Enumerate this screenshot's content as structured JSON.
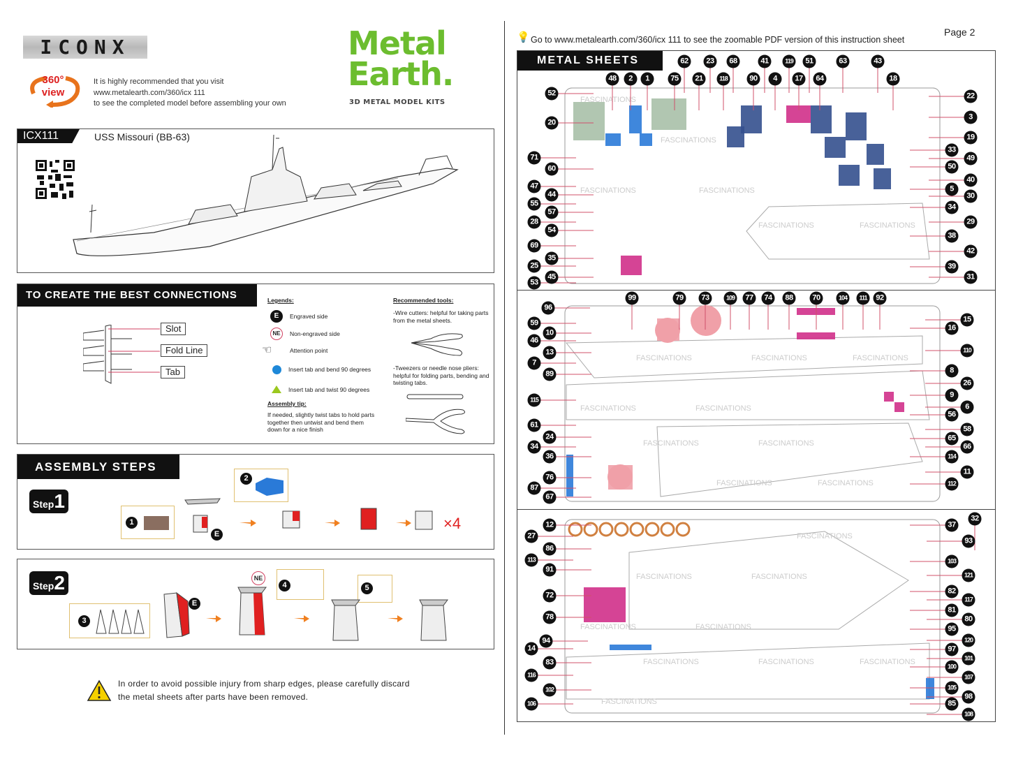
{
  "header": {
    "brand": "ICONX",
    "view360_badge": "360° view",
    "visit_lines": [
      "It is highly recommended that you visit",
      "www.metalearth.com/360/icx 111",
      "to see the completed model before assembling your own"
    ],
    "logo_lines": [
      "Metal",
      "Earth."
    ],
    "logo_tagline": "3D METAL MODEL KITS"
  },
  "model": {
    "code": "ICX111",
    "name": "USS Missouri (BB-63)"
  },
  "connections": {
    "title": "TO CREATE THE BEST CONNECTIONS",
    "diagram_labels": [
      "Slot",
      "Fold Line",
      "Tab"
    ],
    "legends_title": "Legends:",
    "legends": [
      {
        "icon": "E",
        "text": "Engraved side"
      },
      {
        "icon": "NE",
        "text": "Non-engraved side"
      },
      {
        "icon": "pointing-hand-icon",
        "text": "Attention point"
      },
      {
        "icon": "blue-circle-icon",
        "text": "Insert tab and bend 90 degrees",
        "color": "#1e88d8"
      },
      {
        "icon": "green-triangle-icon",
        "text": "Insert tab and twist 90 degrees",
        "color": "#9bc81e"
      }
    ],
    "tip_title": "Assembly tip:",
    "tip_text": "If needed, slightly twist tabs to hold parts together then untwist and bend them down for a nice finish",
    "tools_title": "Recommended tools:",
    "tool1": "-Wire cutters: helpful for taking parts from the metal sheets.",
    "tool2": "-Tweezers or needle nose pliers: helpful for folding parts, bending and twisting tabs."
  },
  "assembly": {
    "title": "ASSEMBLY STEPS",
    "step_word": "Step",
    "step1": {
      "number": "1",
      "parts": [
        "1",
        "2"
      ],
      "marker": "E",
      "repeat": "×4"
    },
    "step2": {
      "number": "2",
      "parts": [
        "3",
        "4",
        "5"
      ],
      "markers": [
        "E",
        "NE"
      ]
    }
  },
  "warning": {
    "lines": [
      "In order to avoid possible injury from sharp edges, please carefully discard",
      "the metal sheets after parts have been removed."
    ]
  },
  "right": {
    "goto": "Go to www.metalearth.com/360/icx 111 to see the zoomable PDF version of this instruction sheet",
    "page": "Page 2",
    "sheets_title": "METAL SHEETS",
    "watermark": "FASCINATIONS",
    "sheet1_callouts": [
      "62",
      "23",
      "68",
      "41",
      "119",
      "51",
      "63",
      "43",
      "48",
      "2",
      "1",
      "75",
      "21",
      "118",
      "90",
      "4",
      "17",
      "64",
      "18",
      "52",
      "20",
      "71",
      "60",
      "47",
      "44",
      "55",
      "57",
      "28",
      "54",
      "69",
      "35",
      "25",
      "45",
      "53",
      "22",
      "3",
      "19",
      "33",
      "49",
      "50",
      "40",
      "5",
      "30",
      "34",
      "29",
      "38",
      "42",
      "39",
      "31"
    ],
    "sheet2_callouts": [
      "99",
      "79",
      "73",
      "109",
      "77",
      "74",
      "88",
      "70",
      "104",
      "111",
      "92",
      "96",
      "59",
      "10",
      "46",
      "13",
      "7",
      "89",
      "115",
      "61",
      "24",
      "34",
      "36",
      "76",
      "87",
      "67",
      "15",
      "16",
      "110",
      "8",
      "26",
      "9",
      "6",
      "56",
      "58",
      "65",
      "66",
      "114",
      "11",
      "112"
    ],
    "sheet3_callouts": [
      "12",
      "27",
      "86",
      "113",
      "91",
      "72",
      "78",
      "94",
      "14",
      "83",
      "116",
      "102",
      "106",
      "32",
      "37",
      "93",
      "103",
      "121",
      "82",
      "117",
      "81",
      "80",
      "95",
      "120",
      "97",
      "101",
      "100",
      "107",
      "105",
      "98",
      "85",
      "108"
    ]
  },
  "colors": {
    "accent_green": "#6cbd2f",
    "callout": "#111111",
    "leader": "#d0506a",
    "part_blue": "#2a7ad8",
    "part_navy": "#34508e",
    "part_magenta": "#d0308a",
    "part_sage": "#a8c0a8",
    "part_pink": "#f0a0a8",
    "arrow_orange": "#f08020",
    "step_red": "#e02020"
  }
}
